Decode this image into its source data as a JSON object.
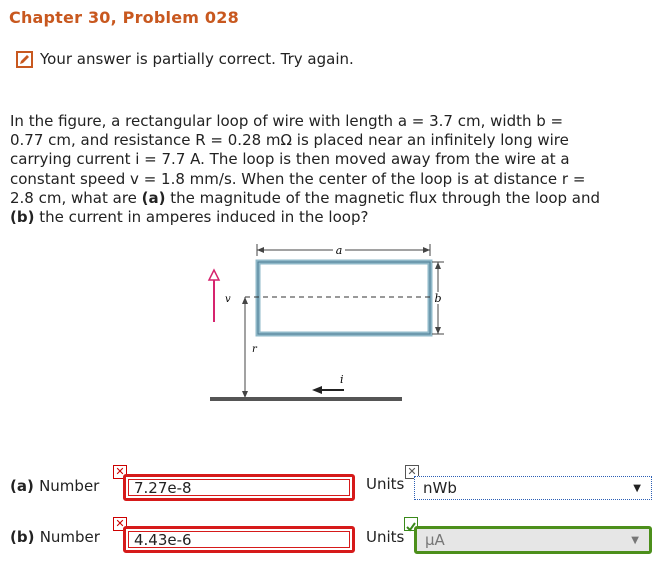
{
  "header": {
    "title": "Chapter 30, Problem 028"
  },
  "status": {
    "message": "Your answer is partially correct.  Try again."
  },
  "problem": {
    "line1": "In the figure, a rectangular loop of wire with length a = 3.7 cm, width b =",
    "line2": "0.77 cm, and resistance R = 0.28 mΩ is placed near an infinitely long wire",
    "line3": "carrying current i = 7.7 A. The loop is then moved away from the wire at a",
    "line4": "constant speed v = 1.8 mm/s. When the center of the loop is at distance r =",
    "line5a": "2.8 cm, what are ",
    "part_a_tag": "(a)",
    "line5b": " the magnitude of the magnetic flux through the loop and",
    "part_b_tag": "(b)",
    "line6": " the current in amperes induced in the loop?"
  },
  "figure": {
    "label_a": "a",
    "label_b": "b",
    "label_v": "v",
    "label_r": "r",
    "label_i": "i"
  },
  "answers": {
    "a": {
      "tag": "(a)",
      "label": "Number",
      "value": "7.27e-8",
      "units_label": "Units",
      "unit": "nWb"
    },
    "b": {
      "tag": "(b)",
      "label": "Number",
      "value": "4.43e-6",
      "units_label": "Units",
      "unit": "μA"
    }
  }
}
